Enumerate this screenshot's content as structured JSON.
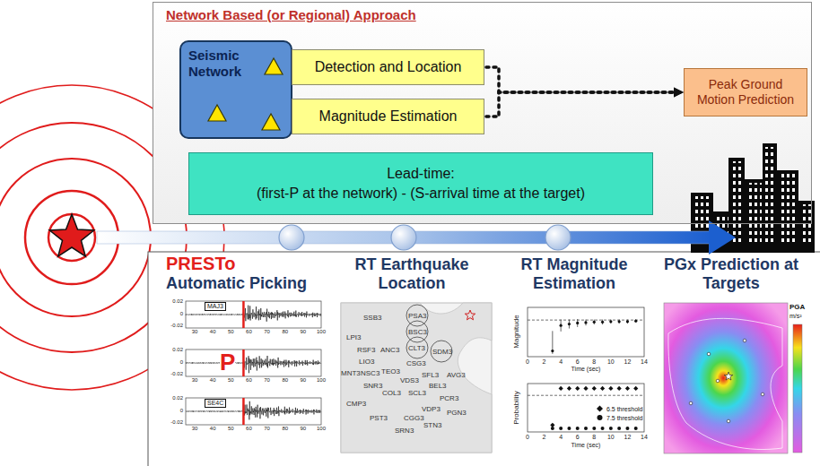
{
  "diagram": {
    "nodes": [
      {
        "text": [
          "Network Based (or Regional) Approach"
        ]
      },
      {
        "text": [
          "Seismic Network"
        ],
        "in": 0
      },
      {
        "text": [
          "Detection and Location"
        ],
        "in": 0
      },
      {
        "text": [
          "Magnitude Estimation"
        ],
        "in": 0
      },
      {
        "text": [
          "Peak Ground Motion Prediction"
        ],
        "in": 0
      },
      {
        "text": [
          "Lead-time:",
          "(first-P at the network) - (S-arrival time at the target)"
        ],
        "in": 0
      }
    ],
    "edges": [
      {
        "from": 2,
        "to": 4,
        "arrow": "to"
      },
      {
        "from": 3,
        "to": 4,
        "arrow": "to"
      }
    ],
    "labels": [
      "PRESTo",
      "Automatic Picking",
      "RT Earthquake Location",
      "RT Magnitude Estimation",
      "PGx Prediction at Targets",
      "MAJ3",
      "SE4C",
      "P",
      "0.02",
      "0",
      "-0.02",
      "30",
      "40",
      "50",
      "60",
      "70",
      "80",
      "90",
      "100",
      "0.02",
      "0",
      "-0.02",
      "30",
      "40",
      "50",
      "60",
      "70",
      "80",
      "90",
      "100",
      "0.02",
      "0",
      "-0.02",
      "30",
      "40",
      "50",
      "60",
      "70",
      "80",
      "90",
      "100",
      "SSB3",
      "PSA3",
      "LPI3",
      "BSC3",
      "RSF3",
      "ANC3",
      "CLT3",
      "SDM3",
      "LIO3",
      "MNT3",
      "NSC3",
      "TEO3",
      "CSG3",
      "SFL3",
      "AVG3",
      "VDS3",
      "BEL3",
      "SNR3",
      "COL3",
      "SCL3",
      "CMP3",
      "PCR3",
      "VDP3",
      "PGN3",
      "PST3",
      "CGG3",
      "SRN3",
      "STN3",
      "Magnitude",
      "0",
      "2",
      "4",
      "6",
      "8",
      "10",
      "12",
      "14",
      "Time (sec)",
      "Probability",
      "0",
      "2",
      "4",
      "6",
      "8",
      "10",
      "12",
      "14",
      "Time (sec)",
      "PGA",
      "m/s²"
    ],
    "legend": [
      {
        "text": "6.5 threshold"
      },
      {
        "text": "7.5 threshold"
      }
    ]
  }
}
